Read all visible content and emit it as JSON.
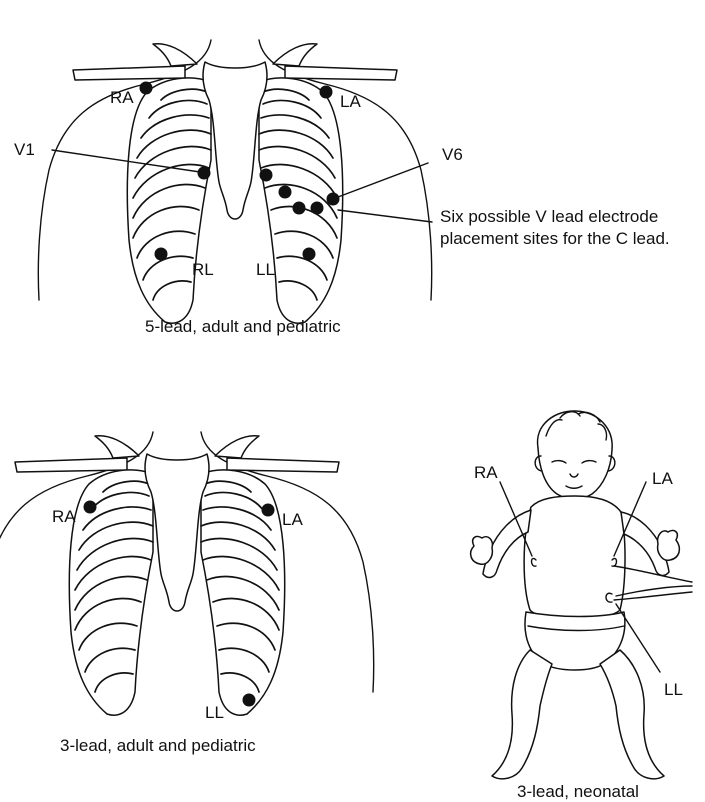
{
  "five_lead": {
    "caption": "5-lead, adult and pediatric",
    "labels": {
      "ra": "RA",
      "la": "LA",
      "v1": "V1",
      "v6": "V6",
      "rl": "RL",
      "ll": "LL"
    },
    "note_line1": "Six possible V lead electrode",
    "note_line2": "placement sites for the C lead."
  },
  "three_lead_adult": {
    "caption": "3-lead, adult and pediatric",
    "labels": {
      "ra": "RA",
      "la": "LA",
      "ll": "LL"
    }
  },
  "three_lead_neonatal": {
    "caption": "3-lead, neonatal",
    "labels": {
      "ra": "RA",
      "la": "LA",
      "ll": "LL"
    }
  },
  "colors": {
    "ink": "#111111",
    "background": "#ffffff"
  }
}
